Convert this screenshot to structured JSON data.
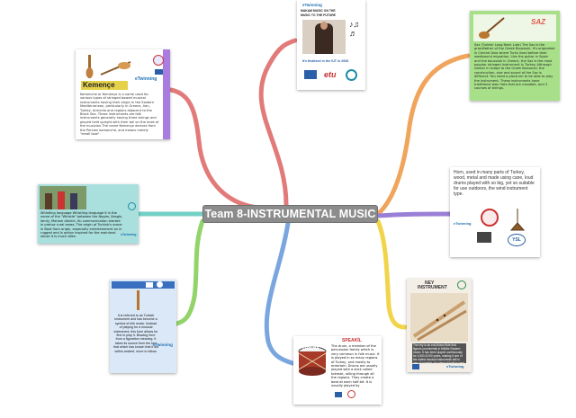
{
  "center": {
    "title": "Team 8-INSTRUMENTAL MUSIC"
  },
  "colors": {
    "red": "#e27a7a",
    "orange": "#f0a45c",
    "green": "#92d36a",
    "yellow": "#f2d44a",
    "blue": "#7aa6e0",
    "teal": "#74cfc4",
    "purple": "#9a7fd6",
    "center": "#8c8c8c"
  },
  "cards": {
    "kemence": {
      "heading": "Kemençe",
      "body": "Kemenche or Kemençe is a name used for various types of stringed bowed musical instruments having their origin in the Eastern Mediterranean, particularly in Greece, Iran, Turkey, Armenia and regions adjacent to the Black Sea. These instruments are folk instruments generally having three strings and played held upright with their tail on the knee of the musician.The name Kemençe derives from the Persian kamanche, and means merely \"small bow\".",
      "brand": "eTwinning"
    },
    "top": {
      "brand": "eTwinning",
      "title_line1": "MAKAM MUSIC ON THE",
      "title_line2": "MUSIC TO THE FUTURE",
      "caption": "It's finalised in the IUT in 2008",
      "logo_text": "etu"
    },
    "saz": {
      "title": "SAZ",
      "body": "Saz (Turkish Long Neck Lute) The Saz is the grandfather of the Greek Bouzouki. It's originated in Central Asia where Turks lived before their westbound migration. Like the guitar in Spain and the bouzouki in Greece, the Saz is the most popular stringed instrument in Turkey. Although similar in shape to the Greek Bouzouki, the construction, size and sound of the Saz is different. You need a plectrum to be able to play the instrument. These instruments have traditional lean frets that are movable, and 3 courses of strings."
    },
    "horn": {
      "body": "Horn, used in many parts of Turkey, wood, metal and made using cane, loud drums played with so big, yet so suitable for use outdoors, the wind instrument type.",
      "brand": "eTwinning",
      "logo_text": "YSL"
    },
    "language": {
      "body": "Whistling language Whistling language It is the name of the \"Whistle\" between the Nagim, Kesgin, lamly, Marash district, Ku communication started in prehoc rural areas. The origin of Turkish's scene in Bast from origin, especially entertainment on in rugged and is action inspired for the mainland sense it is much alike.",
      "brand": "eTwinning"
    },
    "pipe": {
      "body": "It is referred to as Turkish instrument and has become a symbol of folk music. Instead of playing for a musical instrument, this form allows for fine to play it. Blowing here from a figuration meaning. It takes its source from the fact that which has known that it did within ancient, more to follow.",
      "brand": "eTwinning"
    },
    "drum": {
      "title": "DRUM",
      "header": "SPEAKİL",
      "body": "The drum, a member of the percussion family which is very common in folk music. It is played in so many regions of Turkey, and mostly to entertain. Drums are usually played with a stick called tokmak, rolling through all the regions. They create a beat at each half-bit. It is usually played by percussionists, performed in all parts and beats, it creates folk music a rhythm on traditional events."
    },
    "ney": {
      "title": "NEY",
      "subtitle": "INSTRUMENT",
      "body": "The ney is an end-blown flute that figures prominently in Middle Eastern music. It has been played continuously for 4,500-5,000 years, making it one of the oldest musical instruments still in use. It consists of a piece of hollow cane or giant reed with five or six finger holes and one thumb hole.",
      "brand": "eTwinning"
    }
  }
}
